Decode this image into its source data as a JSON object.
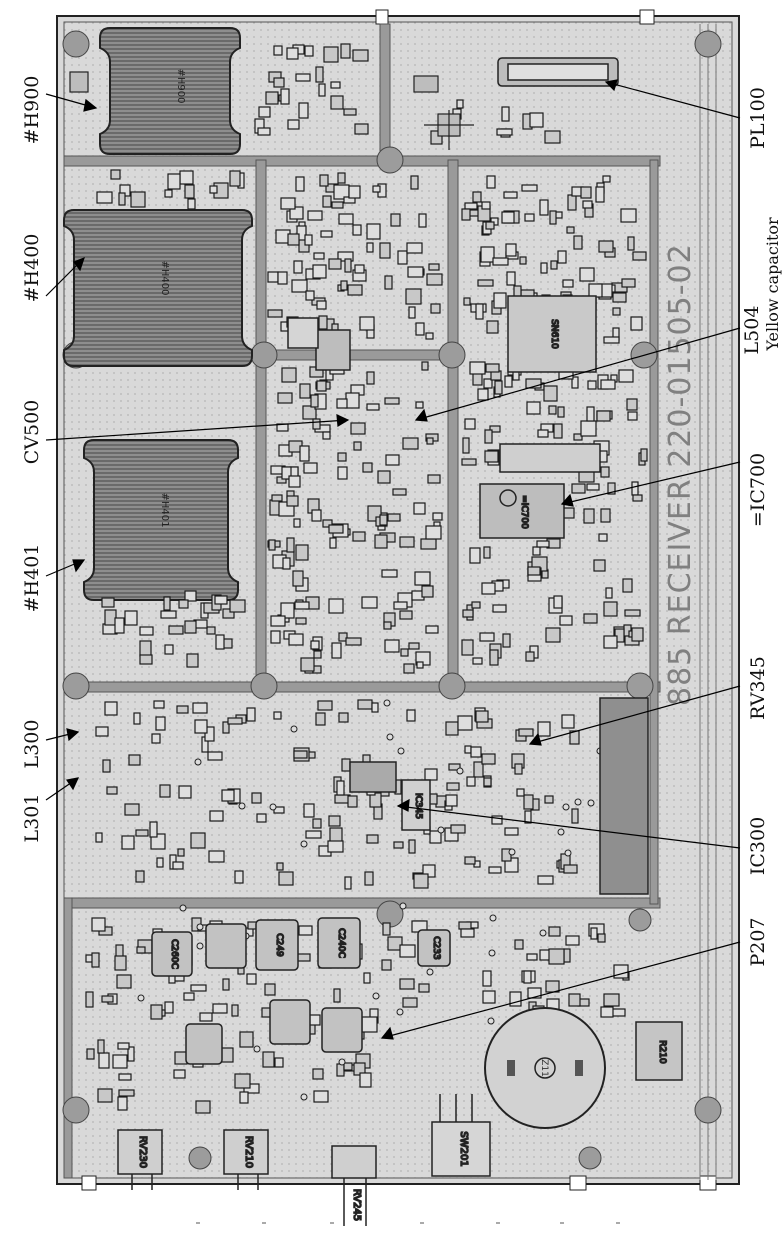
{
  "board": {
    "silkscreen_title": "885   RECEIVER   220-01505-02"
  },
  "callouts": {
    "h900": "#H900",
    "h400": "#H400",
    "cv500": "CV500",
    "h401": "#H401",
    "l300": "L300",
    "l301": "L301",
    "pl100": "PL100",
    "l504": "L504",
    "yellow_capacitor": "Yellow capacitor",
    "ic700": "=IC700",
    "rv345": "RV345",
    "ic300": "IC300",
    "p207": "P207"
  },
  "component_labels": {
    "h900": "#H900",
    "h400": "#H400",
    "h401": "#H401",
    "sw201": "SW201",
    "rv230": "RV230",
    "rv210": "RV210",
    "rv245": "RV245",
    "c260": "C260C",
    "c240": "C240C",
    "c249": "C249",
    "c233": "C233",
    "ic345": "IC345",
    "r210": "R210",
    "ic700": "=IC700",
    "ic610": "SN610",
    "z11": "Z11"
  }
}
